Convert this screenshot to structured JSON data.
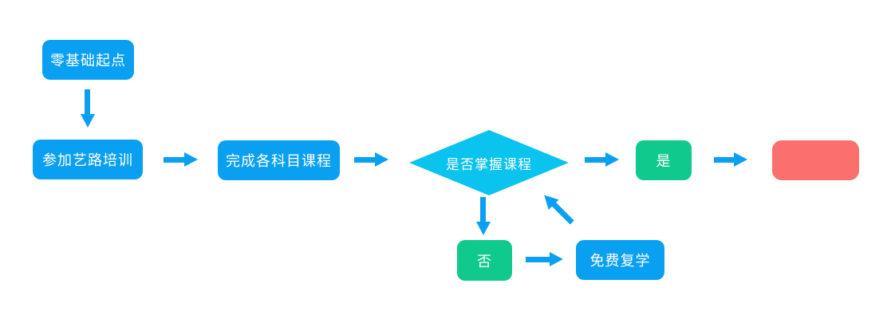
{
  "canvas": {
    "background": "#ffffff"
  },
  "palette": {
    "process_blue": "#0aa0f2",
    "decision_cyan": "#0ac3ef",
    "result_green": "#0fca8c",
    "end_red": "#fc6f6f",
    "arrow_blue": "#0aa0f2",
    "label_text": "#ffffff"
  },
  "flowchart": {
    "nodes": {
      "start": {
        "label": "零基础起点",
        "type": "process"
      },
      "training": {
        "label": "参加艺路培训",
        "type": "process"
      },
      "courses": {
        "label": "完成各科目课程",
        "type": "process"
      },
      "decision": {
        "label": "是否掌握课程",
        "type": "decision"
      },
      "yes": {
        "label": "是",
        "type": "result"
      },
      "end": {
        "label": "",
        "type": "terminal"
      },
      "no": {
        "label": "否",
        "type": "result"
      },
      "restudy": {
        "label": "免费复学",
        "type": "process"
      }
    },
    "edges": [
      {
        "from": "start",
        "to": "training",
        "direction": "down"
      },
      {
        "from": "training",
        "to": "courses",
        "direction": "right"
      },
      {
        "from": "courses",
        "to": "decision",
        "direction": "right"
      },
      {
        "from": "decision",
        "to": "yes",
        "direction": "right"
      },
      {
        "from": "yes",
        "to": "end",
        "direction": "right"
      },
      {
        "from": "decision",
        "to": "no",
        "direction": "down"
      },
      {
        "from": "no",
        "to": "restudy",
        "direction": "right"
      },
      {
        "from": "restudy",
        "to": "decision",
        "direction": "up-left"
      }
    ]
  }
}
